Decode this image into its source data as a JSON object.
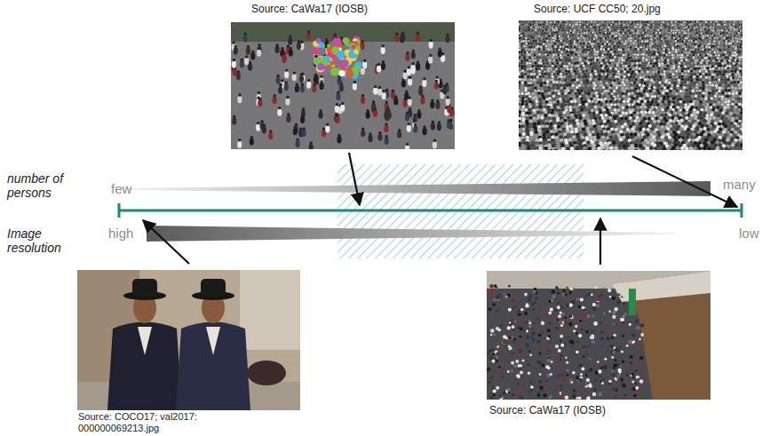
{
  "diagram": {
    "labels": [
      "Source: CaWa17 (IOSB)",
      "Source: UCF CC50; 20.jpg",
      "number of persons",
      "few",
      "many",
      "Image resolution",
      "high",
      "low",
      "Source: COCO17; val2017: 000000069213.jpg",
      "Source: CaWa17 (IOSB)"
    ]
  }
}
